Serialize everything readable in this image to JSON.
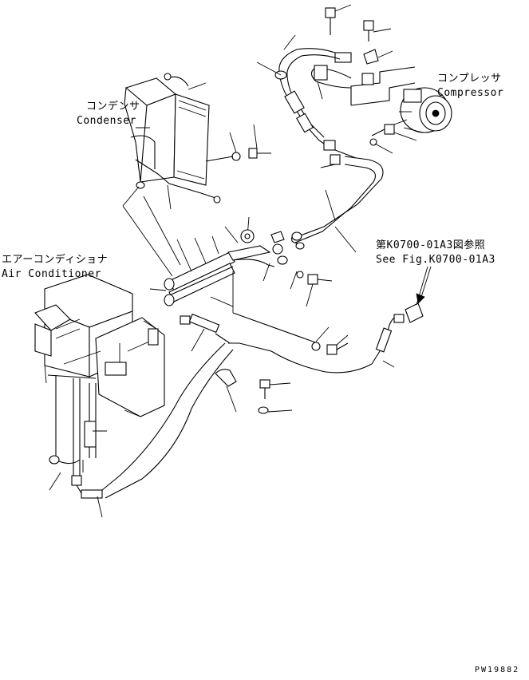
{
  "labels": {
    "condenser_jp": "コンデンサ",
    "condenser_en": "Condenser",
    "compressor_jp": "コンプレッサ",
    "compressor_en": "Compressor",
    "air_conditioner_jp": "エアーコンディショナ",
    "air_conditioner_en": "Air Conditioner",
    "see_fig_jp": "第K0700-01A3図参照",
    "see_fig_en": "See Fig.K0700-01A3",
    "drawing_code": "PW19882"
  }
}
